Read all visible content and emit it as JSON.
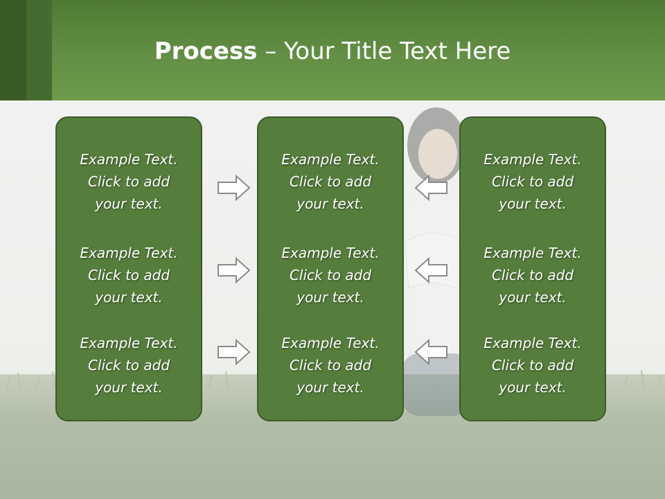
{
  "title": {
    "bold": "Process",
    "rest": " – Your Title Text Here"
  },
  "columns": [
    {
      "items": [
        {
          "line1": "Example Text.",
          "line2": "Click  to add",
          "line3": "your text."
        },
        {
          "line1": "Example Text.",
          "line2": "Click  to add",
          "line3": "your text."
        },
        {
          "line1": "Example Text.",
          "line2": "Click  to add",
          "line3": "your text."
        }
      ]
    },
    {
      "items": [
        {
          "line1": "Example Text.",
          "line2": "Click  to add",
          "line3": "your text."
        },
        {
          "line1": "Example Text.",
          "line2": "Click  to add",
          "line3": "your text."
        },
        {
          "line1": "Example Text.",
          "line2": "Click  to add",
          "line3": "your text."
        }
      ]
    },
    {
      "items": [
        {
          "line1": "Example Text.",
          "line2": "Click  to add",
          "line3": "your text."
        },
        {
          "line1": "Example Text.",
          "line2": "Click  to add",
          "line3": "your text."
        },
        {
          "line1": "Example Text.",
          "line2": "Click  to add",
          "line3": "your text."
        }
      ]
    }
  ],
  "arrows": {
    "left_group": "right-arrow-icon",
    "right_group": "left-arrow-icon"
  },
  "colors": {
    "header": "#628f44",
    "box_fill": "#557e3d",
    "box_border": "#3c5a2a",
    "text": "#ffffff"
  }
}
